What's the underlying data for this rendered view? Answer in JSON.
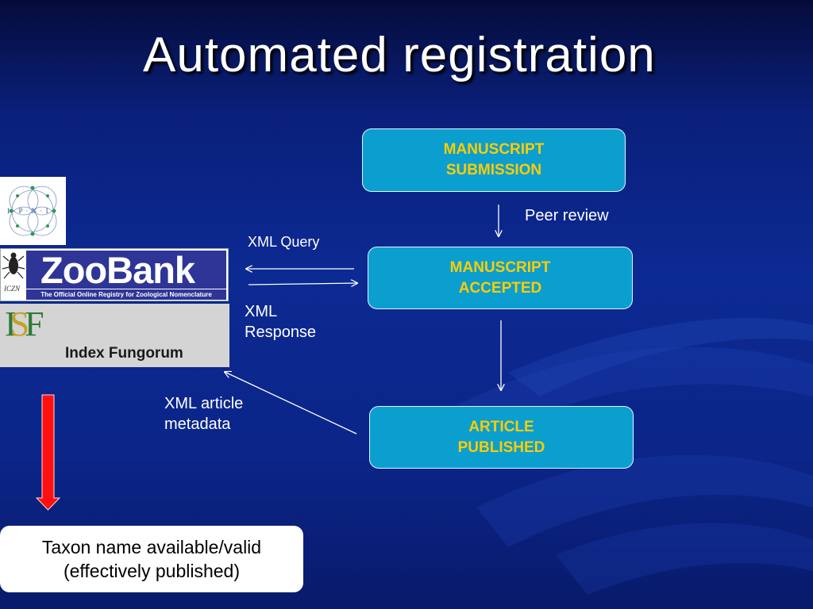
{
  "slide": {
    "title": "Automated registration"
  },
  "flow": {
    "submission": "MANUSCRIPT\nSUBMISSION",
    "accepted": "MANUSCRIPT\nACCEPTED",
    "published": "ARTICLE\nPUBLISHED",
    "peer_review": "Peer review"
  },
  "exchange": {
    "xml_query": "XML Query",
    "xml_response": "XML\nResponse",
    "xml_article_metadata": "XML article\nmetadata"
  },
  "registries": {
    "ipni": "I · P · N · I",
    "zoobank": "ZooBank",
    "zoobank_tagline": "The Official Online Registry for Zoological Nomenclature",
    "zoobank_badge": "ICZN",
    "fungorum": "Index Fungorum",
    "fungorum_monogram": "ISF"
  },
  "outcome": {
    "text": "Taxon name available/valid\n(effectively published)"
  },
  "colors": {
    "box_fill": "#0b9fcf",
    "box_text": "#ffcc00",
    "down_arrow": "#ff1010",
    "background": "#0c2a93"
  }
}
